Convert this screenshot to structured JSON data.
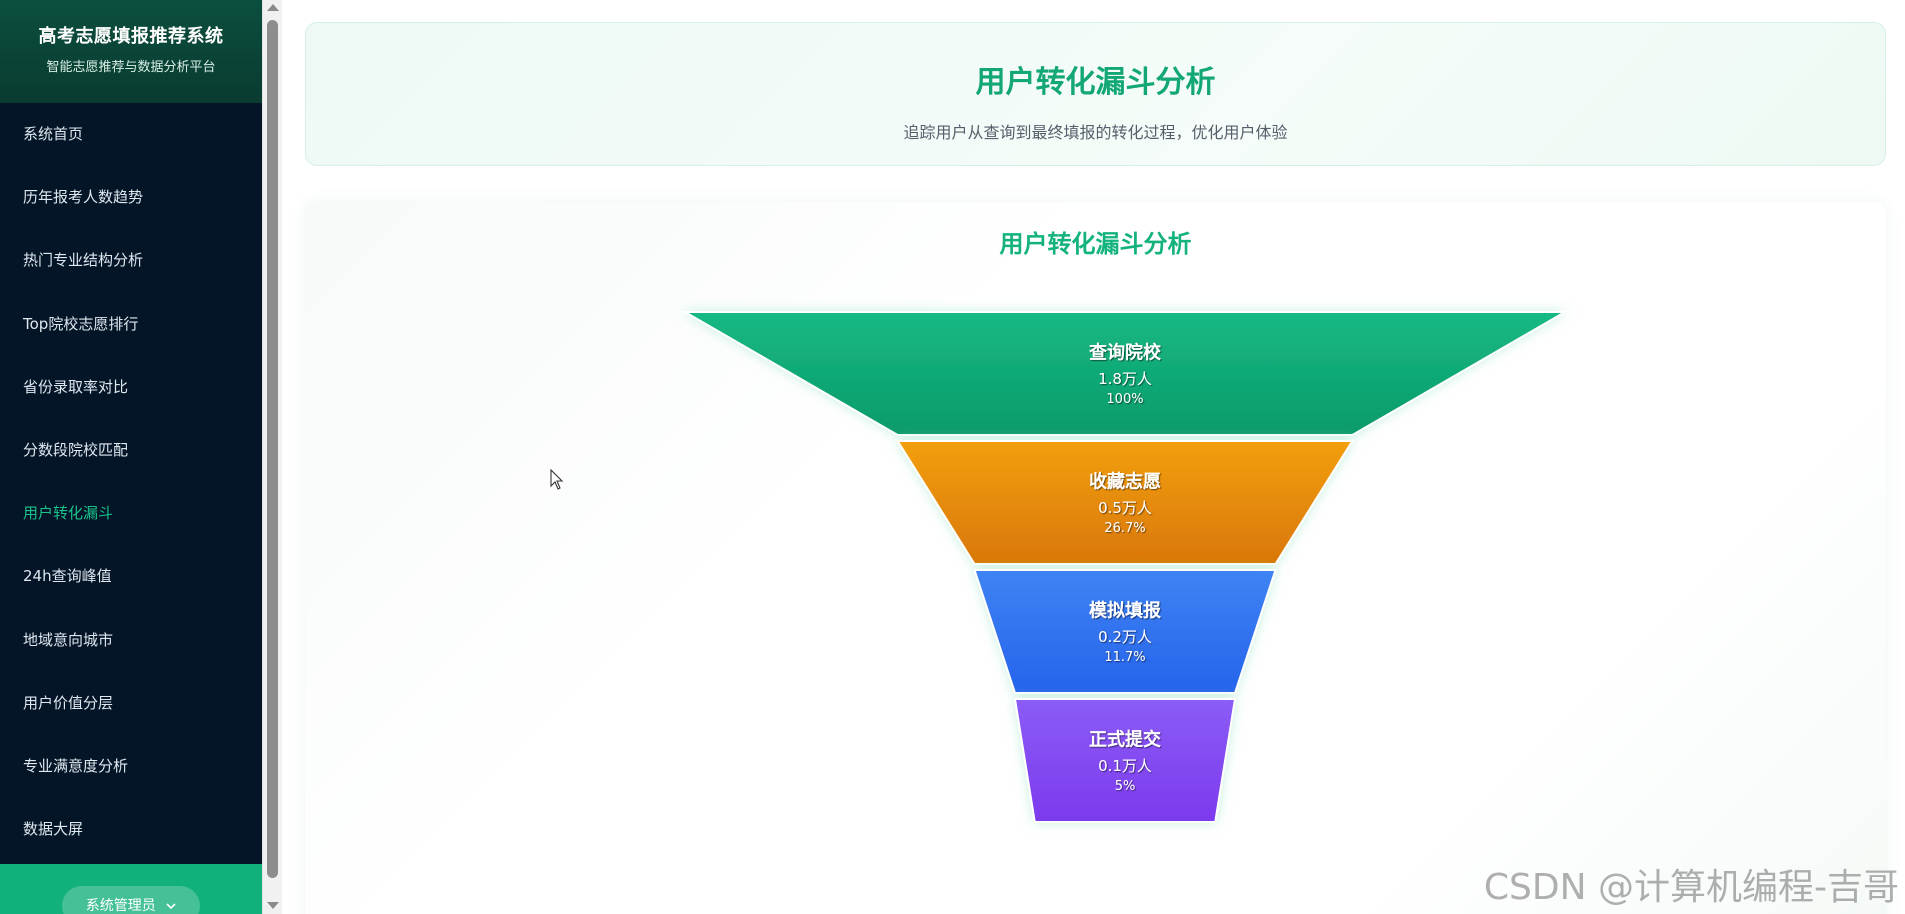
{
  "brand": {
    "title": "高考志愿填报推荐系统",
    "subtitle": "智能志愿推荐与数据分析平台"
  },
  "sidebar": {
    "items": [
      {
        "label": "系统首页",
        "active": false
      },
      {
        "label": "历年报考人数趋势",
        "active": false
      },
      {
        "label": "热门专业结构分析",
        "active": false
      },
      {
        "label": "Top院校志愿排行",
        "active": false
      },
      {
        "label": "省份录取率对比",
        "active": false
      },
      {
        "label": "分数段院校匹配",
        "active": false
      },
      {
        "label": "用户转化漏斗",
        "active": true
      },
      {
        "label": "24h查询峰值",
        "active": false
      },
      {
        "label": "地域意向城市",
        "active": false
      },
      {
        "label": "用户价值分层",
        "active": false
      },
      {
        "label": "专业满意度分析",
        "active": false
      },
      {
        "label": "数据大屏",
        "active": false
      }
    ],
    "user_label": "系统管理员"
  },
  "header": {
    "title": "用户转化漏斗分析",
    "subtitle": "追踪用户从查询到最终填报的转化过程，优化用户体验"
  },
  "colors": {
    "accent": "#12a774",
    "stage1": [
      "#16b984",
      "#0b9a6a"
    ],
    "stage2": [
      "#f29f0c",
      "#d97706"
    ],
    "stage3": [
      "#3f83f4",
      "#2563eb"
    ],
    "stage4": [
      "#8b5cf6",
      "#7c3aed"
    ]
  },
  "chart_data": {
    "type": "funnel",
    "title": "用户转化漏斗分析",
    "stages": [
      {
        "name": "查询院校",
        "value": 1.8,
        "value_label": "1.8万人",
        "percent": 100,
        "percent_label": "100%"
      },
      {
        "name": "收藏志愿",
        "value": 0.5,
        "value_label": "0.5万人",
        "percent": 26.7,
        "percent_label": "26.7%"
      },
      {
        "name": "模拟填报",
        "value": 0.2,
        "value_label": "0.2万人",
        "percent": 11.7,
        "percent_label": "11.7%"
      },
      {
        "name": "正式提交",
        "value": 0.1,
        "value_label": "0.1万人",
        "percent": 5,
        "percent_label": "5%"
      }
    ]
  },
  "watermark": "CSDN @计算机编程-吉哥"
}
